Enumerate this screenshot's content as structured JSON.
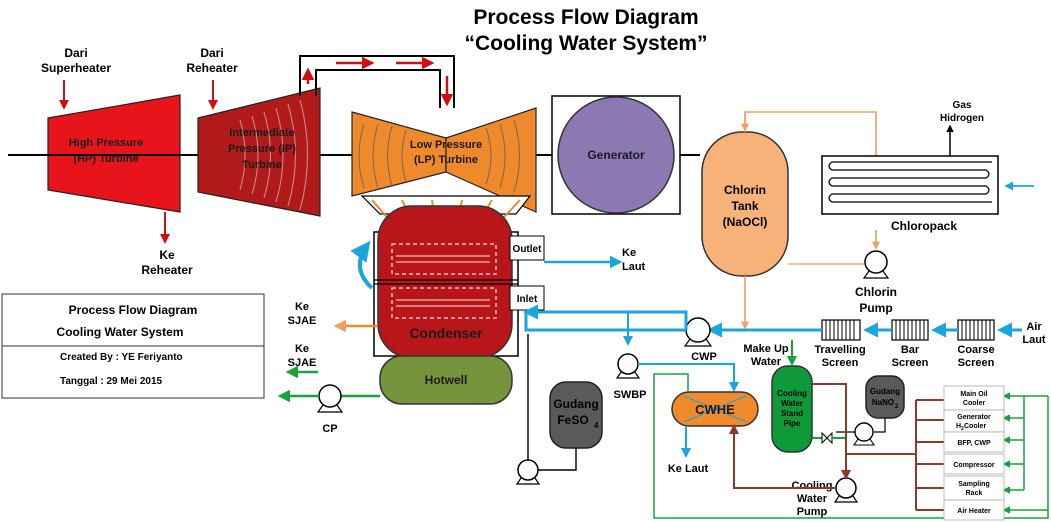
{
  "title": {
    "line1": "Process Flow Diagram",
    "line2": "“Cooling Water System”"
  },
  "info_box": {
    "row1": "Process Flow Diagram",
    "row2": "Cooling Water System",
    "created_by": "Created By : YE Feriyanto",
    "date": "Tanggal : 29 Mei 2015"
  },
  "inputs": {
    "superheater_1": "Dari",
    "superheater_2": "Superheater",
    "reheater_1": "Dari",
    "reheater_2": "Reheater",
    "ke_reheater_1": "Ke",
    "ke_reheater_2": "Reheater"
  },
  "turbines": {
    "hp_1": "High Pressure",
    "hp_2": "(HP) Turbine",
    "ip_1": "Intermediate",
    "ip_2": "Pressure (IP)",
    "ip_3": "Turbine",
    "lp_1": "Low Pressure",
    "lp_2": "(LP) Turbine",
    "generator": "Generator"
  },
  "condenser": {
    "label": "Condenser",
    "outlet": "Outlet",
    "inlet": "Inlet",
    "hotwell": "Hotwell",
    "ke_sjae_1a": "Ke",
    "ke_sjae_1b": "SJAE",
    "ke_sjae_2a": "Ke",
    "ke_sjae_2b": "SJAE",
    "cp": "CP",
    "ke_laut_1": "Ke",
    "ke_laut_2": "Laut"
  },
  "chlorin": {
    "tank_1": "Chlorin",
    "tank_2": "Tank",
    "tank_3": "(NaOCl)",
    "pump_1": "Chlorin",
    "pump_2": "Pump",
    "gas_1": "Gas",
    "gas_2": "Hidrogen",
    "chloropack": "Chloropack"
  },
  "intake": {
    "air_1": "Air",
    "air_2": "Laut",
    "coarse_1": "Coarse",
    "coarse_2": "Screen",
    "bar_1": "Bar",
    "bar_2": "Screen",
    "travel_1": "Travelling",
    "travel_2": "Screen",
    "cwp": "CWP",
    "makeup_1": "Make Up",
    "makeup_2": "Water",
    "swbp": "SWBP"
  },
  "closed_loop": {
    "gudang_feso4_1": "Gudang",
    "gudang_feso4_2": "FeSO",
    "gudang_feso4_sub": "4",
    "cwhe": "CWHE",
    "ke_laut": "Ke Laut",
    "standpipe_1": "Cooling",
    "standpipe_2": "Water",
    "standpipe_3": "Stand",
    "standpipe_4": "Pipe",
    "gudang_nano2_1": "Gudang",
    "gudang_nano2_2": "NaNO",
    "gudang_nano2_sub": "2",
    "cwpump_1": "Cooling",
    "cwpump_2": "Water",
    "cwpump_3": "Pump"
  },
  "consumers": {
    "c1a": "Main Oil",
    "c1b": "Cooler",
    "c2a": "Generator",
    "c2b": "H",
    "c2sub": "2",
    "c2c": " Cooler",
    "c3": "BFP, CWP",
    "c4": "Compressor",
    "c5a": "Sampling",
    "c5b": "Rack",
    "c6": "Air Heater"
  },
  "colors": {
    "hp": "#e8141b",
    "ip": "#b01a1a",
    "lp": "#ee8a2c",
    "generator": "#8c79b3",
    "condenser": "#b8161a",
    "hotwell": "#77933c",
    "chlorin_tank": "#f7b27a",
    "cwhe": "#f08a2a",
    "standpipe": "#0f9a3a",
    "gudang": "#5a5a5a",
    "seawater": "#1aa6dc",
    "return": "#8b3a2a",
    "green_line": "#18a33a",
    "steam": "#d01010"
  }
}
